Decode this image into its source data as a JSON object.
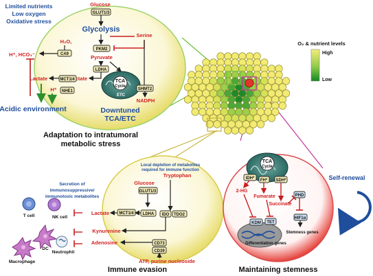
{
  "colors": {
    "blue": "#1f4e9c",
    "red": "#d11f1f",
    "green": "#2f8f2f",
    "cell_yellow": "#f2ea72",
    "box_fill": "#f1eab8"
  },
  "top_left": {
    "stress_lines": [
      "Limited nutrients",
      "Low oxygen",
      "Oxidative stress"
    ],
    "glucose": "Glucose",
    "glut": "GLUT1/3",
    "glycolysis": "Glycolysis",
    "serine": "Serine",
    "pkm2": "PKM2",
    "pyruvate": "Pyruvate",
    "ldha": "LDHA",
    "h2o": "H₂O,",
    "h_hco3": "H⁺, HCO₃⁻",
    "ca9": "CA9",
    "lactate_left": "Lactate",
    "lactate_mid": "Lactate",
    "mct": "MCT1/4",
    "h_plus": "H⁺",
    "nhe1": "NHE1",
    "tca": "TCA",
    "cycle": "Cycle",
    "etc": "ETC",
    "shmt2": "SHMT2",
    "nadph": "NADPH",
    "acidic": "Acidic environment",
    "downtuned": [
      "Downtuned",
      "TCA/ETC"
    ],
    "caption": [
      "Adaptation to intratumoral",
      "metabolic stress"
    ]
  },
  "legend": {
    "title": "O₂ & nutrient levels",
    "high": "High",
    "low": "Low"
  },
  "immune": {
    "depletion_note": [
      "Local depletion of metabolites",
      "required for immune function"
    ],
    "tryptophan": "Tryptophan",
    "glucose": "Glucose",
    "glut": "GLUT1/3",
    "secretion": [
      "Secretion of",
      "immunosuppressive/",
      "immunotoxic metabolites"
    ],
    "lactate": "Lactate",
    "mct": "MCT1/4",
    "ldha": "LDHA",
    "ido": "IDO",
    "tdo2": "TDO2",
    "kynurenine": "Kynurenine",
    "adenosine": "Adenosine",
    "cd73": "CD73",
    "cd39": "CD39",
    "atp": "ATP, purine nucleoside",
    "cells": [
      "T cell",
      "NK cell",
      "DC",
      "Neutrophil",
      "Macrophage"
    ],
    "caption": "Immune evasion"
  },
  "stemness": {
    "tca": "TCA",
    "cycle": "Cycle",
    "idh": "IDH*",
    "fh": "FH*",
    "sdh": "SDH*",
    "two_hg": "2-HG",
    "fumarate": "Fumarate",
    "succinate": "Succinate",
    "phd": "PHD",
    "kdm": "KDM",
    "tet": "TET",
    "hif1a": "HIF1α",
    "diff_genes": "Differentiation genes",
    "stem_genes": "Stemness genes",
    "self_renewal": "Self-renewal",
    "caption": "Maintaining stemness"
  }
}
